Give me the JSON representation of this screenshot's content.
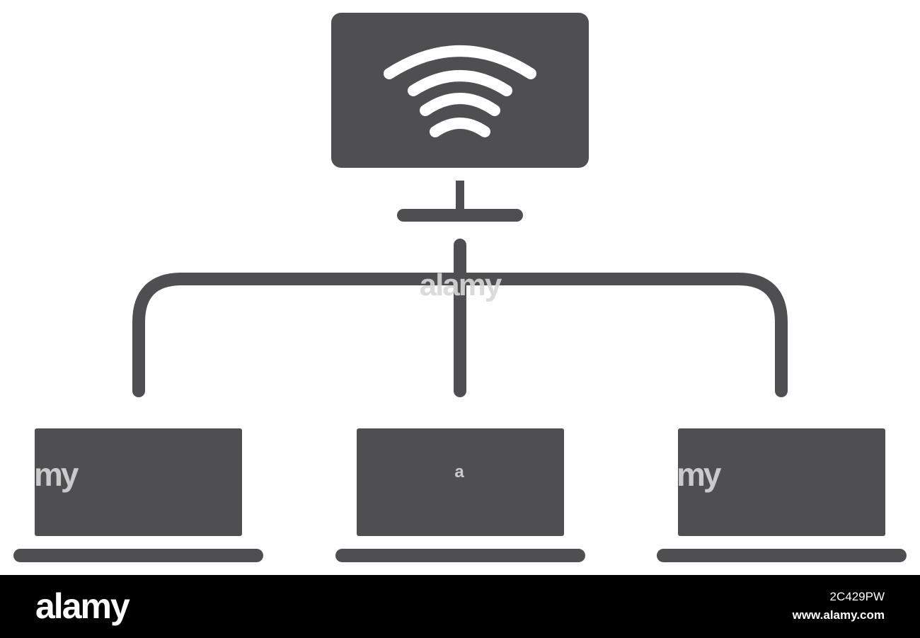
{
  "diagram": {
    "colors": {
      "icon": "#4f4f51",
      "signal": "#ffffff",
      "background": "#ffffff"
    },
    "router": {
      "icon": "wifi-router-icon"
    },
    "laptops": [
      {
        "icon": "laptop-icon"
      },
      {
        "icon": "laptop-icon"
      },
      {
        "icon": "laptop-icon"
      }
    ]
  },
  "watermarks": {
    "center": "alamy",
    "left": "my",
    "right": "my",
    "letter": "a"
  },
  "footer": {
    "brand": "alamy",
    "image_id": "2C429PW",
    "site": "www.alamy.com",
    "background": "#000000"
  }
}
